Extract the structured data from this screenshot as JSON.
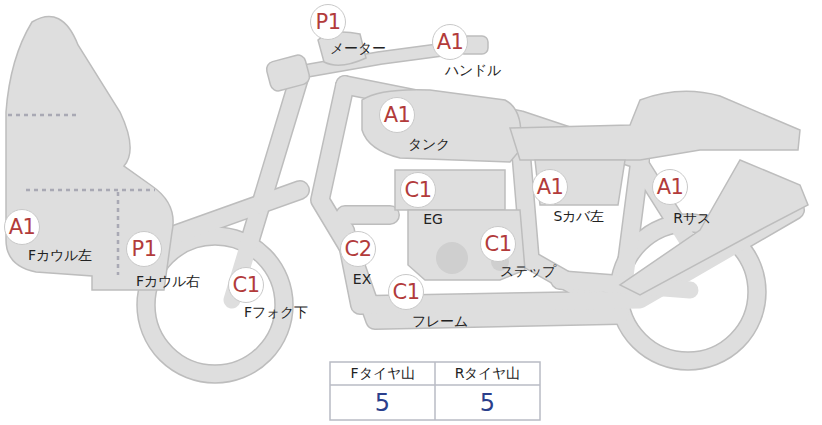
{
  "diagram": {
    "nodes": [
      {
        "text": [
          "P1"
        ]
      },
      {
        "text": [
          "A1"
        ]
      },
      {
        "text": [
          "A1"
        ]
      },
      {
        "text": [
          "C1"
        ]
      },
      {
        "text": [
          "A1"
        ]
      },
      {
        "text": [
          "A1"
        ]
      },
      {
        "text": [
          "A1"
        ]
      },
      {
        "text": [
          "P1"
        ]
      },
      {
        "text": [
          "C2"
        ]
      },
      {
        "text": [
          "C1"
        ]
      },
      {
        "text": [
          "C1"
        ]
      },
      {
        "text": [
          "C1"
        ]
      }
    ],
    "labels": [
      "メーター",
      "ハンドル",
      "タンク",
      "EG",
      "Sカバ左",
      "Rサス",
      "Fカウル左",
      "Fカウル右",
      "EX",
      "ステップ",
      "Fフォク下",
      "フレーム",
      "Fタイヤ山",
      "Rタイヤ山",
      "5",
      "5"
    ]
  }
}
